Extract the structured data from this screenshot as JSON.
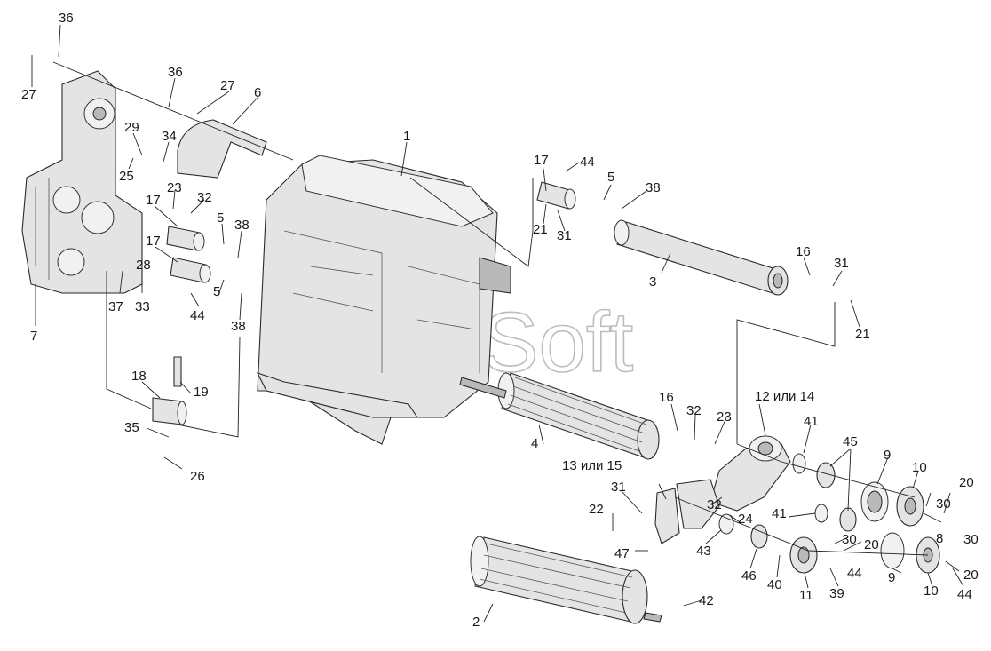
{
  "watermark": "AutoSoft",
  "callouts": {
    "c1": "1",
    "c2": "2",
    "c3": "3",
    "c4": "4",
    "c5a": "5",
    "c5b": "5",
    "c5c": "5",
    "c6": "6",
    "c7": "7",
    "c8": "8",
    "c9a": "9",
    "c9b": "9",
    "c10a": "10",
    "c10b": "10",
    "c11": "11",
    "c12": "12 или 14",
    "c13": "13 или 15",
    "c16a": "16",
    "c16b": "16",
    "c17a": "17",
    "c17b": "17",
    "c17c": "17",
    "c18": "18",
    "c19": "19",
    "c20a": "20",
    "c20b": "20",
    "c20c": "20",
    "c21a": "21",
    "c21b": "21",
    "c22": "22",
    "c23a": "23",
    "c23b": "23",
    "c24": "24",
    "c25": "25",
    "c26": "26",
    "c27a": "27",
    "c27b": "27",
    "c28": "28",
    "c29": "29",
    "c30a": "30",
    "c30b": "30",
    "c30c": "30",
    "c31a": "31",
    "c31b": "31",
    "c31c": "31",
    "c32a": "32",
    "c32b": "32",
    "c32c": "32",
    "c33": "33",
    "c34": "34",
    "c35": "35",
    "c36a": "36",
    "c36b": "36",
    "c37": "37",
    "c38a": "38",
    "c38b": "38",
    "c38c": "38",
    "c39": "39",
    "c40": "40",
    "c41a": "41",
    "c41b": "41",
    "c42": "42",
    "c43": "43",
    "c44a": "44",
    "c44b": "44",
    "c44c": "44",
    "c44d": "44",
    "c45": "45",
    "c46": "46",
    "c47": "47"
  }
}
